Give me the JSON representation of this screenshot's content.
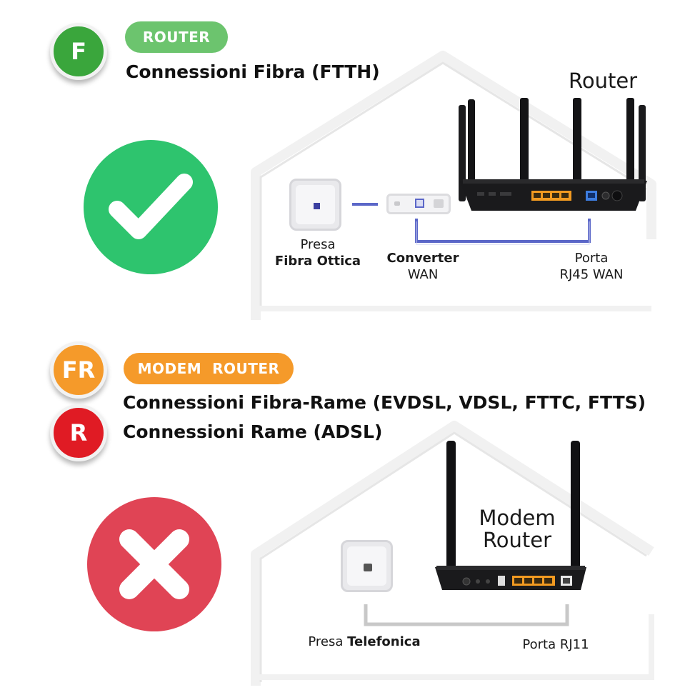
{
  "section1": {
    "badge": "F",
    "pill": "ROUTER",
    "heading": "Connessioni Fibra (FTTH)",
    "device_title": "Router",
    "label_presa_line1": "Presa",
    "label_presa_line2": "Fibra Ottica",
    "label_converter_line1": "Converter",
    "label_converter_line2": "WAN",
    "label_porta_line1": "Porta",
    "label_porta_line2": "RJ45 WAN"
  },
  "section2": {
    "badge_fr": "FR",
    "badge_r": "R",
    "pill": "MODEM  ROUTER",
    "heading_fr": "Connessioni Fibra-Rame (EVDSL, VDSL, FTTC, FTTS)",
    "heading_r": "Connessioni Rame (ADSL)",
    "device_title_line1": "Modem",
    "device_title_line2": "Router",
    "label_presa_a": "Presa ",
    "label_presa_b": "Telefonica",
    "label_porta": "Porta RJ11"
  },
  "colors": {
    "green_badge": "#3aa63c",
    "green_pill": "#6cc46e",
    "green_check": "#2ec46e",
    "orange": "#f59a2a",
    "red_badge": "#e01b24",
    "red_cross": "#e04455",
    "line_blue": "#5b67c8",
    "line_gray": "#c8c8c8"
  }
}
